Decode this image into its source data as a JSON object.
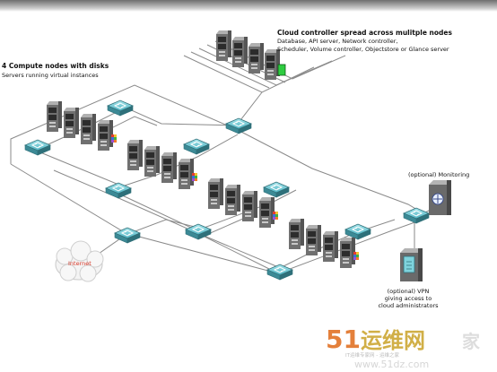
{
  "cloud_controller": {
    "title": "Cloud controller spread across mulitple nodes",
    "line1": "Database, API server, Network controller,",
    "line2": "Scheduler, Volume controller, Objectstore or Glance server"
  },
  "compute": {
    "title": "4 Compute nodes with disks",
    "subtitle": "Servers running virtual instances"
  },
  "monitoring": {
    "label": "(optional) Monitoring"
  },
  "vpn": {
    "line1": "(optional) VPN",
    "line2": "giving access to",
    "line3": "cloud administrators"
  },
  "internet": {
    "label": "Internet"
  },
  "watermark": {
    "brand_num": "51",
    "brand_cn": "运维网",
    "brand_tag": "家",
    "sub": "IT运维专家网 - 运维之家",
    "url": "www.51dz.com"
  },
  "topbar": {
    "label": ""
  }
}
